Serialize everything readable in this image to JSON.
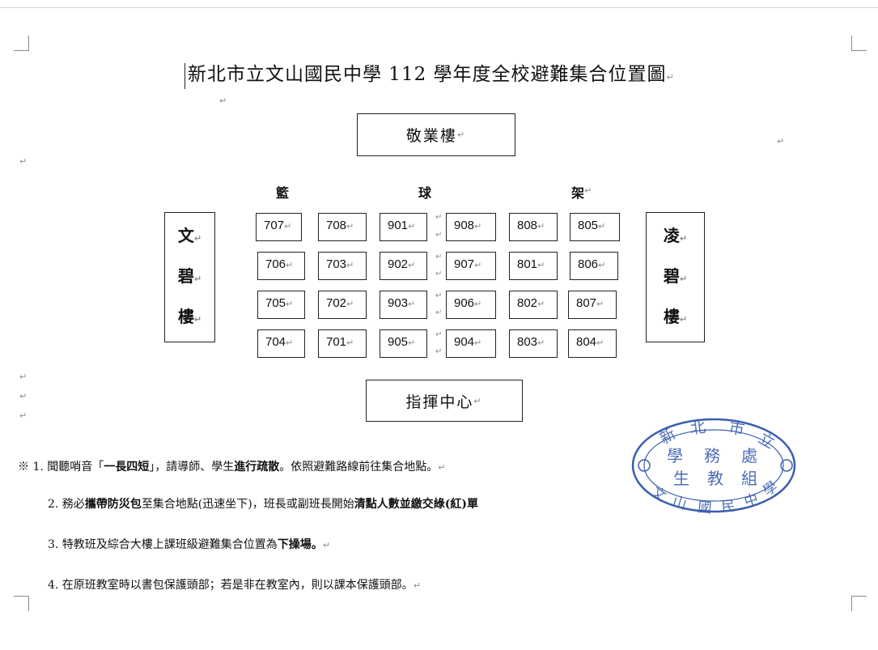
{
  "title": "新北市立文山國民中學 112 學年度全校避難集合位置圖",
  "buildings": {
    "top": "敬業樓",
    "left": [
      "文",
      "碧",
      "樓"
    ],
    "right": [
      "凌",
      "碧",
      "樓"
    ],
    "bottom": "指揮中心"
  },
  "court_label": [
    "籃",
    "球",
    "架"
  ],
  "classes": {
    "col1": [
      "707",
      "706",
      "705",
      "704"
    ],
    "col2": [
      "708",
      "703",
      "702",
      "701"
    ],
    "col3": [
      "901",
      "902",
      "903",
      "905"
    ],
    "col4": [
      "908",
      "907",
      "906",
      "904"
    ],
    "col5": [
      "808",
      "801",
      "802",
      "803"
    ],
    "col6": [
      "805",
      "806",
      "807",
      "804"
    ]
  },
  "notes": {
    "n1": {
      "a": "※ 1. 聞聽哨音「",
      "b": "一長四短",
      "c": "」，請導師、學生",
      "d": "進行疏散",
      "e": "。依照避難路線前往集合地點。"
    },
    "n2": {
      "a": "2. 務必",
      "b": "攜帶防災包",
      "c": "至集合地點(迅速坐下)，班長或副班長開始",
      "d": "清點人數並繳交綠(紅)單"
    },
    "n3": {
      "a": "3. 特教班及綜合大樓上課班級避難集合位置為",
      "b": "下操場",
      "c": "。"
    },
    "n4": {
      "a": "4. 在原班教室時以書包保護頭部；若是非在教室內，則以課本保護頭部。"
    }
  },
  "stamp": {
    "ring_top": [
      "新",
      "北",
      "市",
      "立"
    ],
    "ring_bottom": [
      "文",
      "山",
      "國",
      "民",
      "中",
      "學"
    ],
    "center_line1": [
      "學",
      "務",
      "處"
    ],
    "center_line2": [
      "生",
      "教",
      "組"
    ],
    "color": "#3b5fae"
  },
  "paragraph_mark": "↵"
}
